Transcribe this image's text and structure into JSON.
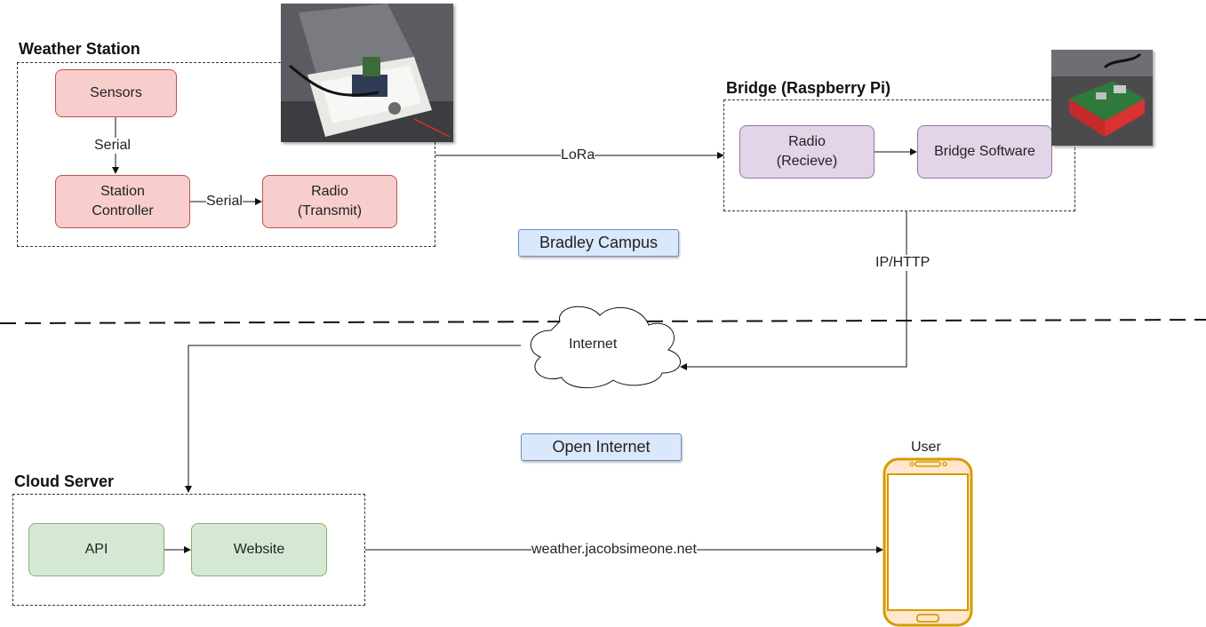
{
  "groups": {
    "weather_station": "Weather Station",
    "bridge": "Bridge (Raspberry Pi)",
    "cloud_server": "Cloud Server"
  },
  "nodes": {
    "sensors": "Sensors",
    "station_controller": "Station\nController",
    "radio_transmit": "Radio\n(Transmit)",
    "radio_receive": "Radio\n(Recieve)",
    "bridge_software": "Bridge Software",
    "api": "API",
    "website": "Website",
    "internet": "Internet",
    "user": "User"
  },
  "edges": {
    "sensors_to_controller": "Serial",
    "controller_to_radio": "Serial",
    "lora": "LoRa",
    "ip_http": "IP/HTTP",
    "web_url": "weather.jacobsimeone.net"
  },
  "regions": {
    "campus": "Bradley Campus",
    "open_internet": "Open Internet"
  },
  "colors": {
    "station_fill": "#f8cecc",
    "bridge_fill": "#e1d5e7",
    "cloud_fill": "#d5e8d4",
    "region_fill": "#dae8fc",
    "phone_stroke": "#d79b00",
    "phone_fill": "#ffe6cc"
  }
}
